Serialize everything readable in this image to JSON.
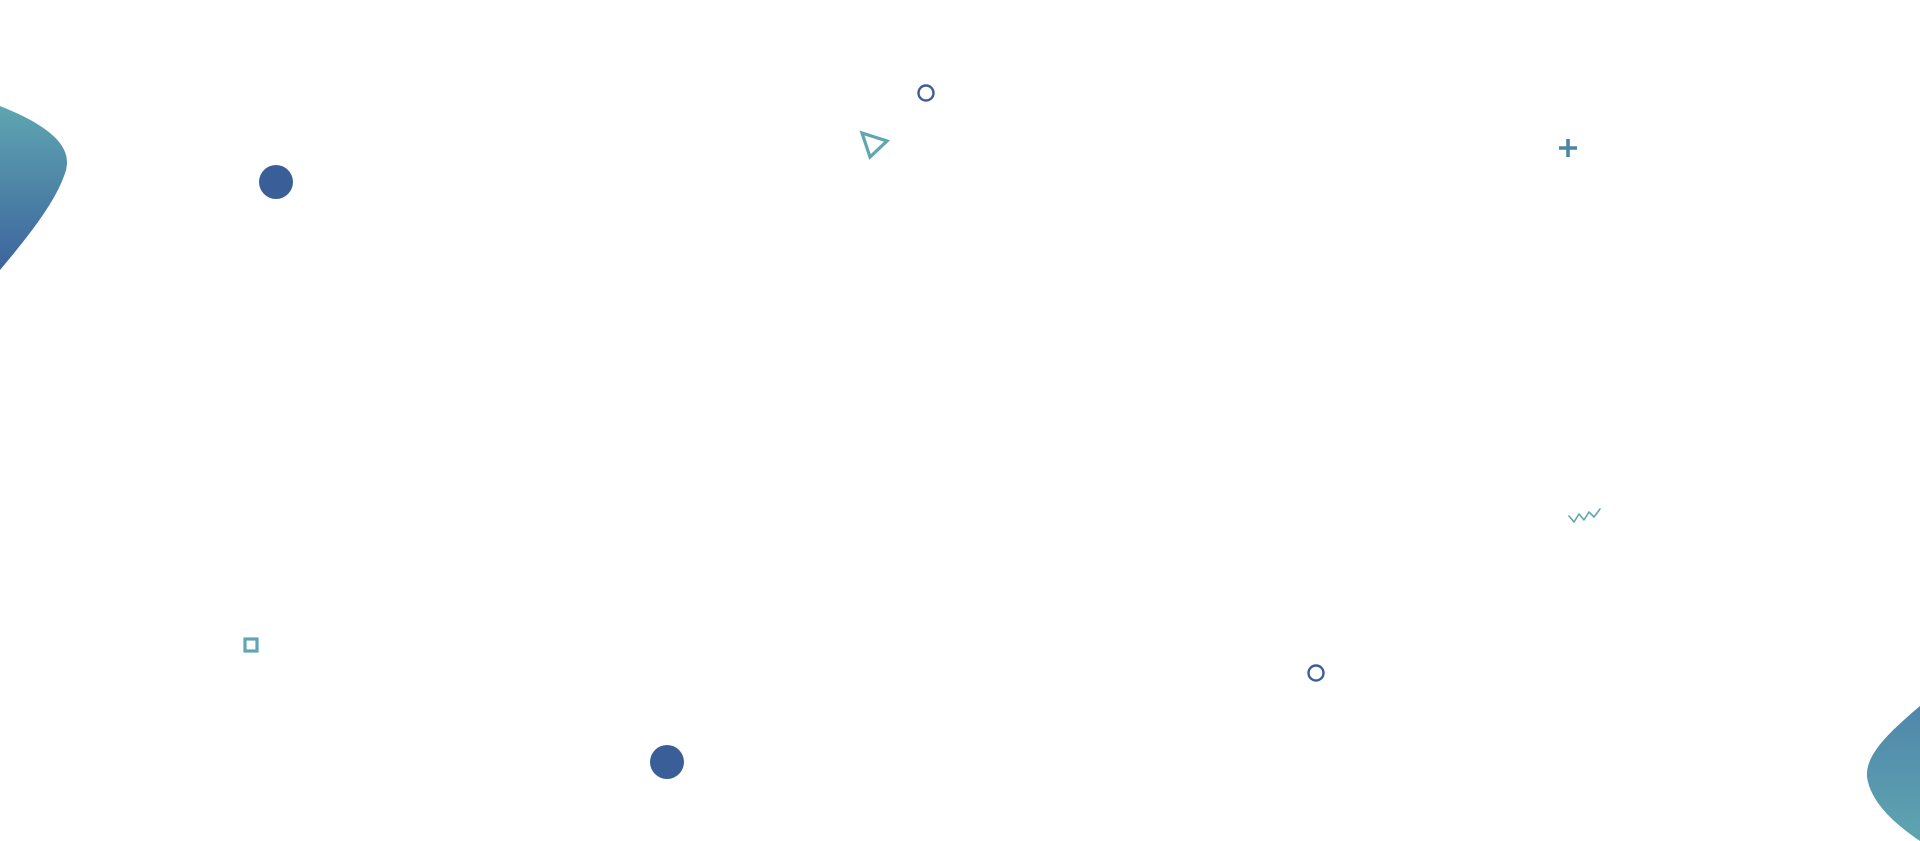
{
  "background": {
    "color": "#ffffff"
  },
  "colors": {
    "navy": "#3a5f98",
    "teal": "#5fa6b2",
    "mid_blue": "#4d86a5",
    "gradient_top": "#5fa5b0",
    "gradient_bottom": "#3c649d"
  },
  "decorations": {
    "blobs": [
      "blob-top-left",
      "blob-bottom-right"
    ],
    "filled_circles": [
      "filled-circle",
      "filled-circle"
    ],
    "ring_circles": [
      "ring-circle",
      "ring-circle"
    ],
    "triangle_outline": "triangle-outline-icon",
    "square_outline": "square-outline-icon",
    "plus": "plus-icon",
    "zigzag": "zigzag-icon"
  }
}
